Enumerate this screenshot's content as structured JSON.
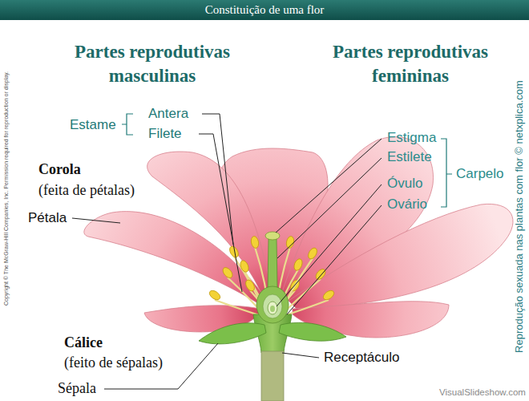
{
  "diagram": {
    "title": "Constituição de uma flor",
    "labels": [
      "Partes reprodutivas masculinas",
      "Partes reprodutivas femininas",
      "Antera",
      "Estame",
      "Filete",
      "Estigma",
      "Estilete",
      "Carpelo",
      "Óvulo",
      "Ovário",
      "Corola",
      "(feita de pétalas)",
      "Pétala",
      "Cálice",
      "(feito de sépalas)",
      "Receptáculo",
      "Sépala",
      "Copyright © The McGraw-Hill Companies, Inc. Permission required for reproduction or display.",
      "Reprodução sexuada nas plantas com flor © netxplica.com",
      "VisualSlideshow.com"
    ]
  }
}
